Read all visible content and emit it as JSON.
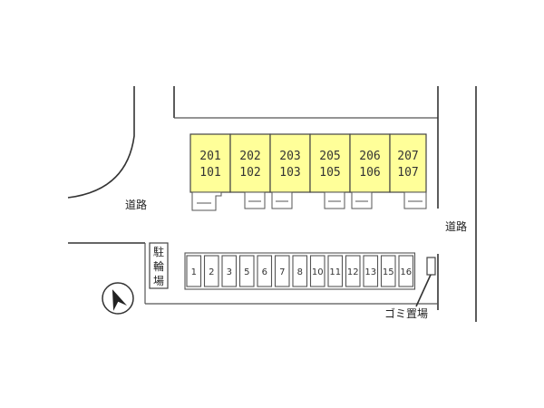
{
  "roads": {
    "left_label": "道路",
    "right_label": "道路"
  },
  "units": [
    {
      "upper": "201",
      "lower": "101"
    },
    {
      "upper": "202",
      "lower": "102"
    },
    {
      "upper": "203",
      "lower": "103"
    },
    {
      "upper": "205",
      "lower": "105"
    },
    {
      "upper": "206",
      "lower": "106"
    },
    {
      "upper": "207",
      "lower": "107"
    }
  ],
  "parking": {
    "spaces": [
      "1",
      "2",
      "3",
      "5",
      "6",
      "7",
      "8",
      "10",
      "11",
      "12",
      "13",
      "15",
      "16"
    ]
  },
  "bicycle_parking": {
    "label": [
      "駐",
      "輪",
      "場"
    ]
  },
  "garbage": {
    "label": "ゴミ置場"
  },
  "compass": {
    "icon": "north-arrow-icon"
  },
  "colors": {
    "unit_fill": "#ffff99"
  }
}
